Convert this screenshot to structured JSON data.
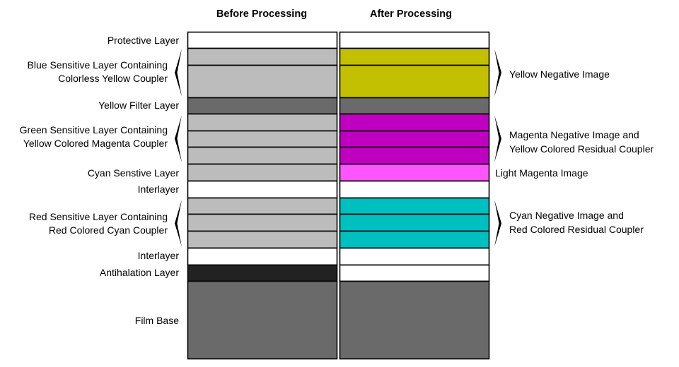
{
  "headers": {
    "before": "Before Processing",
    "after": "After Processing"
  },
  "colors": {
    "white": "#ffffff",
    "light_gray": "#bcbcbc",
    "dark_gray": "#6a6a6a",
    "black": "#222222",
    "yellow": "#c2c000",
    "magenta": "#c000c0",
    "light_magenta": "#ff55ff",
    "cyan": "#00bfc0",
    "outline": "#000000"
  },
  "left_labels": [
    {
      "lines": [
        "Protective Layer"
      ]
    },
    {
      "lines": [
        "Blue Sensitive Layer Containing",
        "Colorless Yellow Coupler"
      ],
      "bracket": true
    },
    {
      "lines": [
        "Yellow Filter Layer"
      ]
    },
    {
      "lines": [
        "Green Sensitive Layer Containing",
        "Yellow Colored Magenta Coupler"
      ],
      "bracket": true
    },
    {
      "lines": [
        "Cyan Senstive Layer"
      ]
    },
    {
      "lines": [
        "Interlayer"
      ]
    },
    {
      "lines": [
        "Red Sensitive Layer Containing",
        "Red Colored Cyan Coupler"
      ],
      "bracket": true
    },
    {
      "lines": [
        "Interlayer"
      ]
    },
    {
      "lines": [
        "Antihalation Layer"
      ]
    },
    {
      "lines": [
        "Film Base"
      ]
    }
  ],
  "right_labels": [
    {
      "lines": [
        "Yellow Negative Image"
      ],
      "bracket": true
    },
    {
      "lines": [
        "Magenta Negative Image and",
        "Yellow Colored Residual Coupler"
      ],
      "bracket": true
    },
    {
      "lines": [
        "Light Magenta Image"
      ],
      "bracket": false
    },
    {
      "lines": [
        "Cyan Negative Image and",
        "Red Colored Residual Coupler"
      ],
      "bracket": true
    }
  ],
  "layers": [
    {
      "before": "white",
      "after": "white"
    },
    {
      "before": "light_gray",
      "after": "yellow"
    },
    {
      "before": "light_gray",
      "after": "yellow"
    },
    {
      "before": "dark_gray",
      "after": "dark_gray"
    },
    {
      "before": "light_gray",
      "after": "magenta"
    },
    {
      "before": "light_gray",
      "after": "magenta"
    },
    {
      "before": "light_gray",
      "after": "magenta"
    },
    {
      "before": "light_gray",
      "after": "light_magenta"
    },
    {
      "before": "white",
      "after": "white"
    },
    {
      "before": "light_gray",
      "after": "cyan"
    },
    {
      "before": "light_gray",
      "after": "cyan"
    },
    {
      "before": "light_gray",
      "after": "cyan"
    },
    {
      "before": "white",
      "after": "white"
    },
    {
      "before": "black",
      "after": "white"
    },
    {
      "before": "dark_gray",
      "after": "dark_gray"
    }
  ]
}
